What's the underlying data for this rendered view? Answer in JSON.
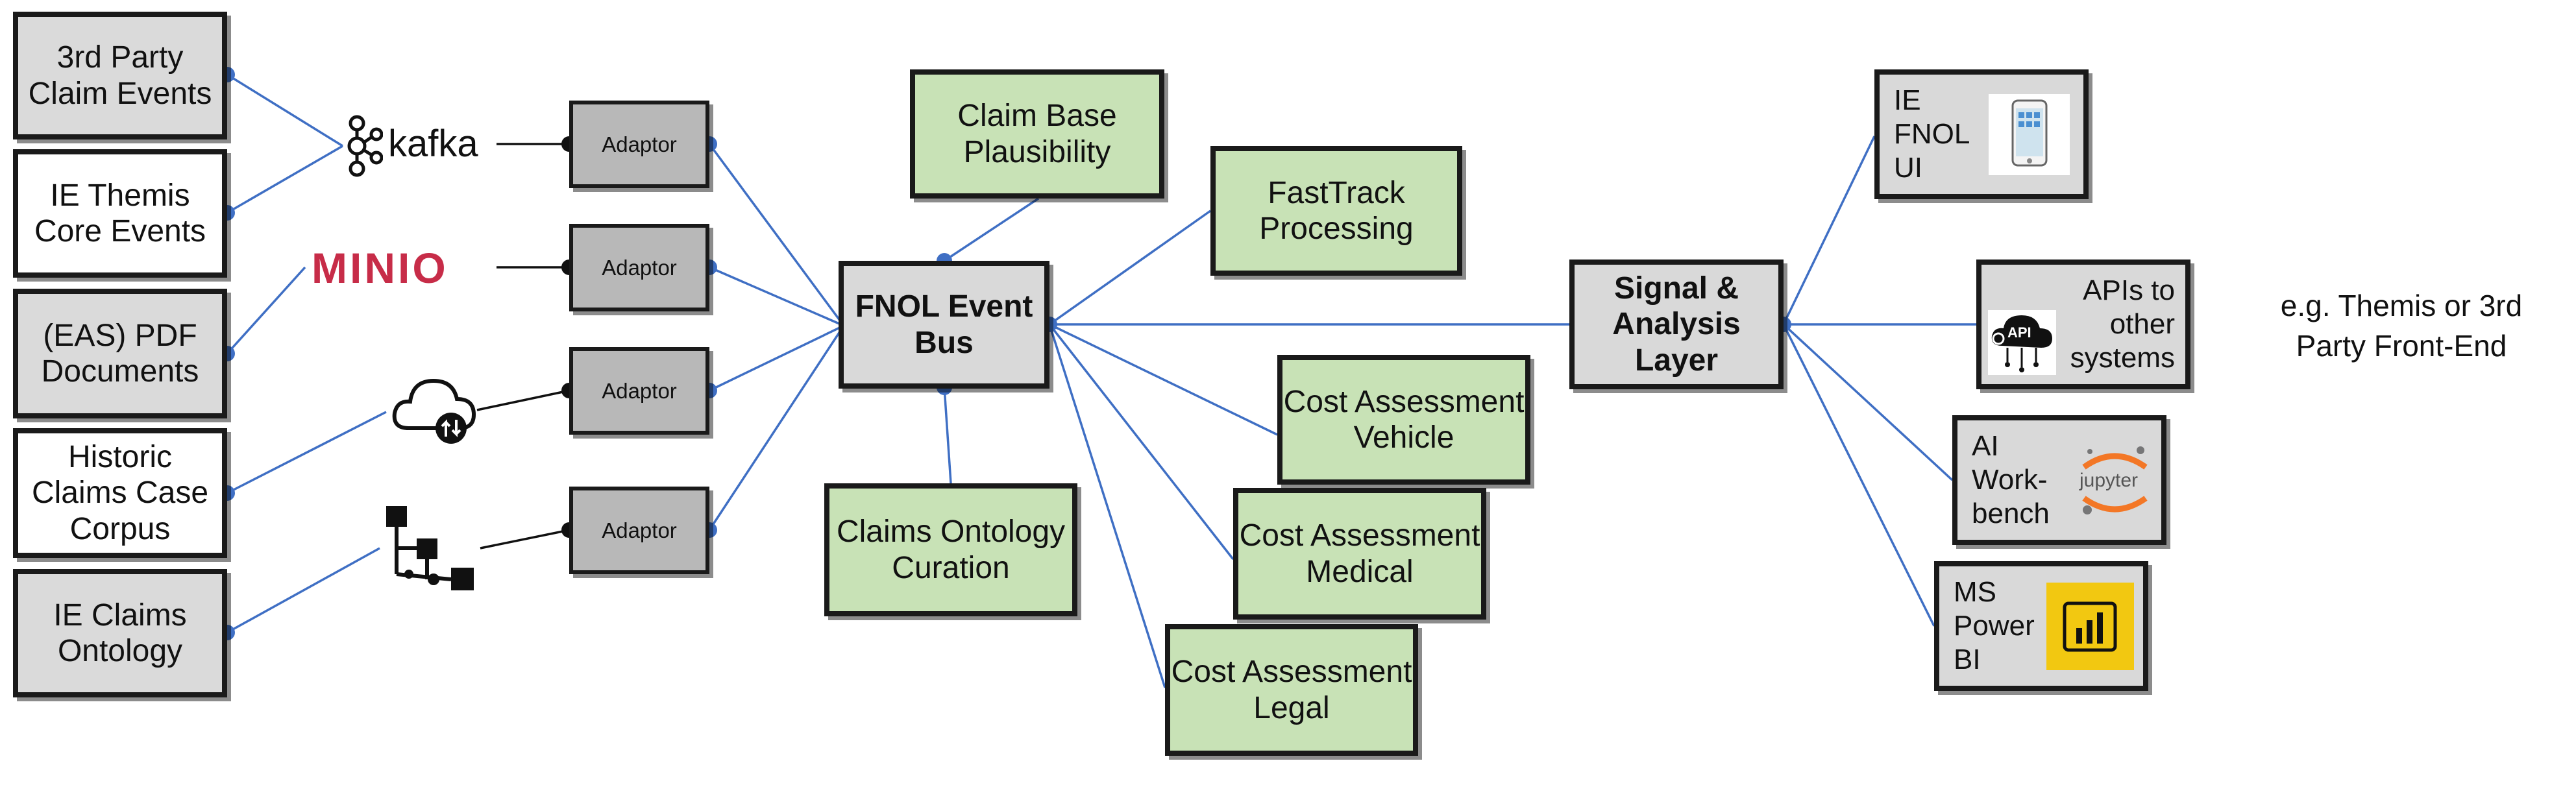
{
  "sources": [
    {
      "id": "third-party",
      "label": "3rd Party Claim Events"
    },
    {
      "id": "themis-core",
      "label": "IE Themis Core Events"
    },
    {
      "id": "eas-pdf",
      "label": "(EAS) PDF Documents"
    },
    {
      "id": "historic",
      "label": "Historic Claims Case Corpus"
    },
    {
      "id": "ontology",
      "label": "IE Claims Ontology"
    }
  ],
  "logos": {
    "kafka": "kafka",
    "minio": "MINIO",
    "cloud_icon": "cloud-upload-icon",
    "flow_icon": "flowchart-icon"
  },
  "adaptors": [
    "Adaptor",
    "Adaptor",
    "Adaptor",
    "Adaptor"
  ],
  "event_bus": "FNOL Event Bus",
  "services": {
    "claim_base": "Claim Base Plausibility",
    "fasttrack": "FastTrack Processing",
    "ontology_curation": "Claims Ontology Curation",
    "cost_vehicle": "Cost Assessment Vehicle",
    "cost_medical": "Cost Assessment Medical",
    "cost_legal": "Cost Assessment Legal"
  },
  "signal_layer": "Signal & Analysis Layer",
  "outputs": {
    "fnol_ui": "IE FNOL UI",
    "apis": "APIs to other systems",
    "ai_workbench": "AI Work-bench",
    "power_bi": "MS Power BI",
    "api_badge": "API",
    "jupyter": "jupyter"
  },
  "note": "e.g. Themis or 3rd Party Front-End",
  "colors": {
    "line": "#3f6fc4",
    "dot": "#3f6fc4",
    "green_box": "#c8e2b6",
    "grey_box": "#d9d9d9",
    "adaptor_box": "#b8b8b8",
    "minio_red": "#c72c48",
    "powerbi_yellow": "#f2c811",
    "jupyter_orange": "#f37726"
  }
}
